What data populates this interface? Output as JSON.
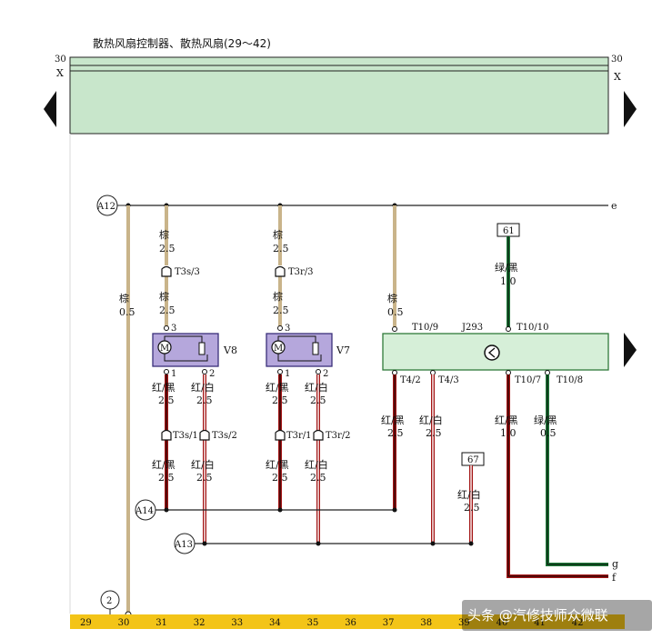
{
  "header": {
    "title": "散热风扇控制器、散热风扇(29～42)",
    "left_num": "30",
    "right_num": "30",
    "left_rail": "X",
    "right_rail": "X"
  },
  "rails": {
    "e": "e",
    "g": "g",
    "f": "f"
  },
  "nodes": {
    "a12": "A12",
    "a14": "A14",
    "a13": "A13",
    "ground": "2"
  },
  "wires": {
    "w1_top": {
      "color": "棕",
      "size": "2.5"
    },
    "w1_bot": {
      "color": "棕",
      "size": "2.5"
    },
    "w2_top": {
      "color": "棕",
      "size": "2.5"
    },
    "w2_bot": {
      "color": "棕",
      "size": "2.5"
    },
    "main": {
      "color": "棕",
      "size": "0.5"
    },
    "j_in": {
      "color": "棕",
      "size": "0.5"
    },
    "green_in": {
      "color": "绿/黑",
      "size": "1.0"
    },
    "v8_a_up": {
      "color": "红/黑",
      "size": "2.5"
    },
    "v8_b_up": {
      "color": "红/白",
      "size": "2.5"
    },
    "v8_a_dn": {
      "color": "红/黑",
      "size": "2.5"
    },
    "v8_b_dn": {
      "color": "红/白",
      "size": "2.5"
    },
    "v7_a_up": {
      "color": "红/黑",
      "size": "2.5"
    },
    "v7_b_up": {
      "color": "红/白",
      "size": "2.5"
    },
    "v7_a_dn": {
      "color": "红/黑",
      "size": "2.5"
    },
    "v7_b_dn": {
      "color": "红/白",
      "size": "2.5"
    },
    "t42": {
      "color": "红/黑",
      "size": "2.5"
    },
    "t43": {
      "color": "红/白",
      "size": "2.5"
    },
    "t107": {
      "color": "红/黑",
      "size": "1.0"
    },
    "t108": {
      "color": "绿/黑",
      "size": "0.5"
    },
    "ref67": {
      "color": "红/白",
      "size": "2.5"
    }
  },
  "connectors": {
    "t3s3": "T3s/3",
    "t3r3": "T3r/3",
    "t3s1": "T3s/1",
    "t3s2": "T3s/2",
    "t3r1": "T3r/1",
    "t3r2": "T3r/2",
    "t109": "T10/9",
    "t1010": "T10/10",
    "t42": "T4/2",
    "t43": "T4/3",
    "t107": "T10/7",
    "t108": "T10/8"
  },
  "pins": {
    "v8_3": "3",
    "v8_1": "1",
    "v8_2": "2",
    "v7_3": "3",
    "v7_1": "1",
    "v7_2": "2"
  },
  "components": {
    "v8": "V8",
    "v7": "V7",
    "j293": "J293",
    "ref61": "61",
    "ref67": "67"
  },
  "footer": {
    "numbers": [
      "29",
      "30",
      "31",
      "32",
      "33",
      "34",
      "35",
      "36",
      "37",
      "38",
      "39",
      "40",
      "41",
      "42"
    ],
    "watermark": "头条 @汽修技师众微联"
  },
  "colors": {
    "green_band": "#c8e6cb",
    "j293_box": "#d6efd8",
    "fan_box": "#b5a7dc",
    "yellow_bar": "#f3c418",
    "brown_wire": "#c9b48a",
    "red_wire": "#a31515",
    "green_wire": "#1f7a3a"
  }
}
